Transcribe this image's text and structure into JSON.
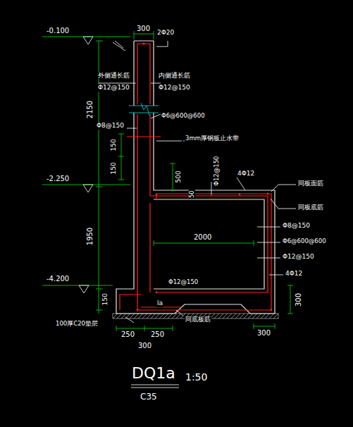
{
  "diagram": {
    "title": "DQ1a",
    "labels": [
      "-0.100",
      "300",
      "2Φ20",
      "外侧通长筋",
      "Φ12@150",
      "内侧通长筋",
      "Φ12@150",
      "Φ6@600@600",
      "Φ8@150",
      "3mm厚钢板止水带",
      "2150",
      "150",
      "150",
      "500",
      "-2.250",
      "Φ12@150",
      "4Φ12",
      "50",
      "同板面筋",
      "同板底筋",
      "Φ8@150",
      "Φ6@600@600",
      "Φ12@150",
      "4Φ12",
      "1950",
      "2000",
      "-4.200",
      "Φ12@150",
      "la",
      "同底板筋",
      "150",
      "300",
      "100厚C20垫层",
      "300",
      "250",
      "250",
      "300",
      "1:50",
      "C35"
    ]
  }
}
